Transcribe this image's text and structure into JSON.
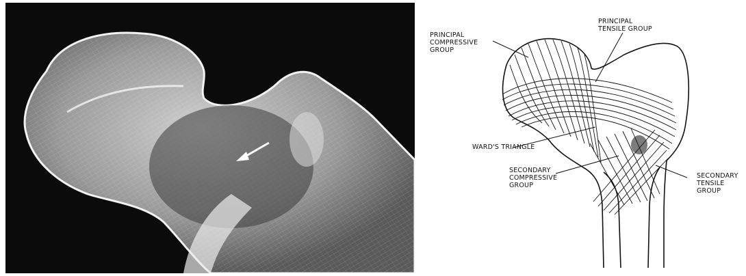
{
  "diagram": {
    "labels": {
      "principal_compressive": "PRINCIPAL\nCOMPRESSIVE\nGROUP",
      "principal_tensile": "PRINCIPAL\nTENSILE GROUP",
      "wards_triangle": "WARD'S TRIANGLE",
      "secondary_compressive": "SECONDARY\nCOMPRESSIVE\nGROUP",
      "secondary_tensile": "SECONDARY\nTENSILE\nGROUP"
    }
  },
  "colors": {
    "xray_background": "#0b0b0b",
    "bone": "#d9d9d9",
    "ink": "#111111"
  }
}
